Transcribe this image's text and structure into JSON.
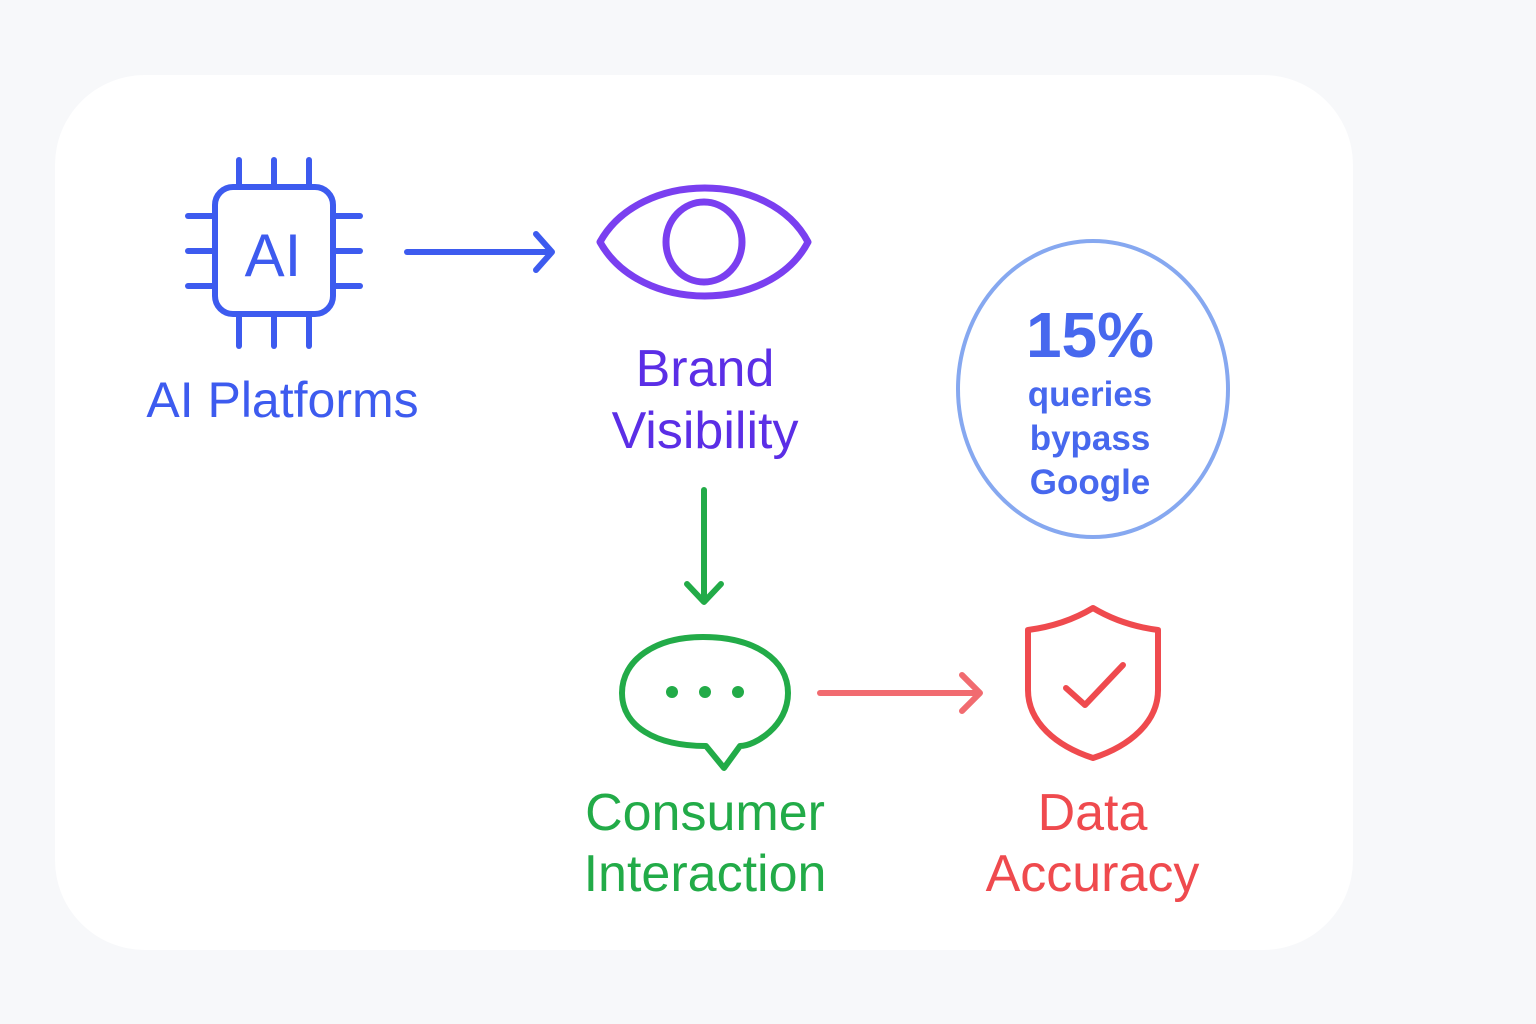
{
  "nodes": {
    "ai_platforms": {
      "icon_name": "ai-chip-icon",
      "icon_text": "AI",
      "label": "AI Platforms",
      "color": "#3d5bef"
    },
    "brand_visibility": {
      "icon_name": "eye-icon",
      "label_lines": [
        "Brand",
        "Visibility"
      ],
      "color": "#5b2ee6"
    },
    "consumer_interaction": {
      "icon_name": "chat-bubble-icon",
      "label_lines": [
        "Consumer",
        "Interaction"
      ],
      "color": "#22ab48"
    },
    "data_accuracy": {
      "icon_name": "shield-check-icon",
      "label_lines": [
        "Data",
        "Accuracy"
      ],
      "color": "#ef4a4e"
    }
  },
  "stat": {
    "value": "15%",
    "caption_lines": [
      "queries",
      "bypass",
      "Google"
    ],
    "color": "#4768ee",
    "ring_color": "#86a8f0"
  },
  "arrows": [
    {
      "from": "ai_platforms",
      "to": "brand_visibility",
      "color": "#3d5bef"
    },
    {
      "from": "brand_visibility",
      "to": "consumer_interaction",
      "color": "#22ab48"
    },
    {
      "from": "consumer_interaction",
      "to": "data_accuracy",
      "color": "#f16b70"
    }
  ]
}
